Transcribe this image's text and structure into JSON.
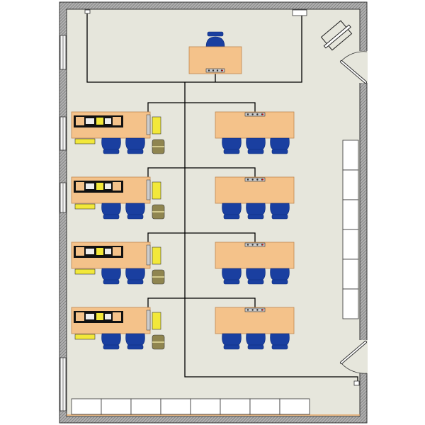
{
  "colors": {
    "floor": "#e6e6dc",
    "wall": "#8a8a8a",
    "desk": "#f4c28a",
    "desk_edge": "#c08850",
    "chair": "#1a3fa0",
    "chair_dark": "#0c2a7a",
    "cable": "#000000",
    "device_yellow": "#f2e83a",
    "device_olive": "#8f8550",
    "cabinet": "#ffffff"
  },
  "layout": {
    "student_rows": 4,
    "left_desk_chairs": 2,
    "right_desk_chairs": 3,
    "side_cabinets": 6,
    "bottom_cabinets": 8
  }
}
